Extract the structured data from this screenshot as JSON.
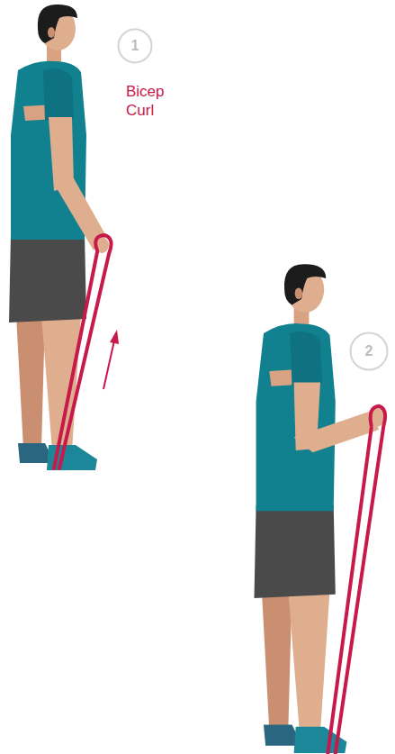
{
  "diagram": {
    "nodes": [
      {
        "text": [
          "1"
        ]
      },
      {
        "text": [
          "2"
        ]
      }
    ],
    "labels": [
      "Bicep Curl"
    ]
  }
}
